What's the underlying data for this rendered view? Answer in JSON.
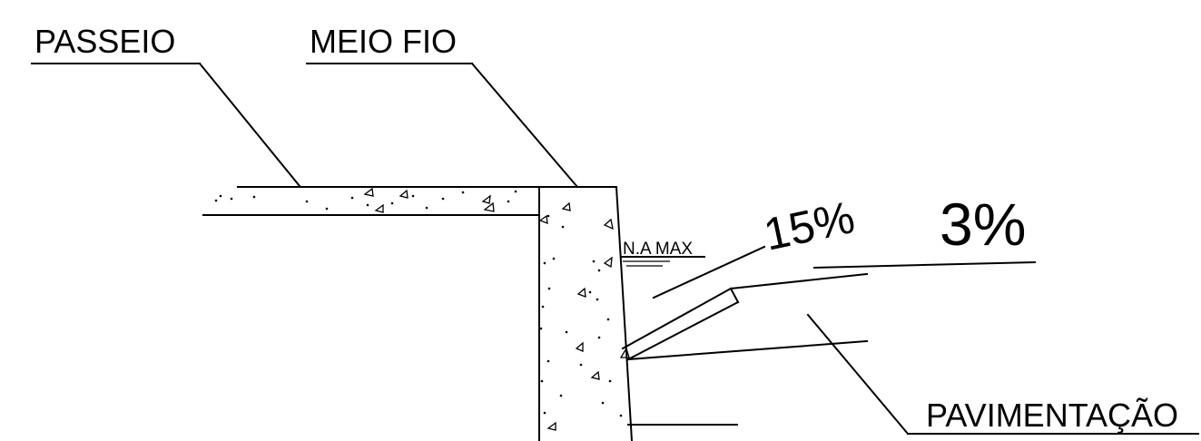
{
  "labels": {
    "sidewalk": "PASSEIO",
    "curb": "MEIO FIO",
    "max_water_level": "N.A MAX",
    "gutter_slope": "15%",
    "road_slope": "3%",
    "pavement": "PAVIMENTAÇÃO"
  },
  "colors": {
    "line": "#000000",
    "background": "#ffffff"
  }
}
